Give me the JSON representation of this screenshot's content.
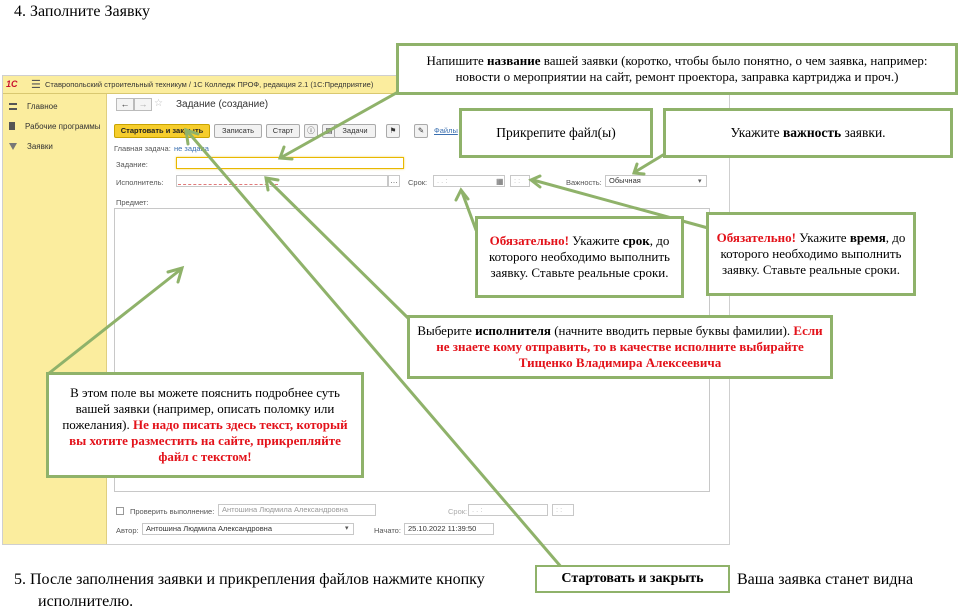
{
  "steps": {
    "step4": "4.  Заполните Заявку",
    "step5_before": "5.  После заполнения заявки и прикрепления файлов нажмите кнопку",
    "step5_button": "Стартовать и закрыть",
    "step5_after": "Ваша заявка станет видна",
    "step5_line2": "исполнителю."
  },
  "window": {
    "logo": "1С",
    "title": "Ставропольский строительный техникум / 1С Колледж ПРОФ, редакция 2.1  (1С:Предприятие)"
  },
  "sidebar": {
    "items": [
      {
        "label": "Главное",
        "icon": "menu-lines-icon"
      },
      {
        "label": "Рабочие программы",
        "icon": "document-icon"
      },
      {
        "label": "Заявки",
        "icon": "funnel-icon"
      }
    ]
  },
  "form": {
    "back": "←",
    "forward": "→",
    "star": "☆",
    "title": "Задание (создание)",
    "toolbar": {
      "start_close": "Стартовать и закрыть",
      "save": "Записать",
      "start": "Старт",
      "tasks": "Задачи",
      "files": "Файлы"
    },
    "main_task_label": "Главная задача:",
    "main_task_value": "не задана",
    "task_label": "Задание:",
    "task_value": "",
    "executor_label": "Исполнитель:",
    "deadline_label": "Срок:",
    "deadline_date": ". . :",
    "deadline_time": ": :",
    "importance_label": "Важность:",
    "importance_value": "Обычная",
    "subject_label": "Предмет:",
    "check_label": "Проверить выполнение:",
    "check_person": "Антошина Людмила Александровна",
    "check_deadline_label": "Срок:",
    "check_deadline_date": ". . :",
    "check_deadline_time": ": :",
    "author_label": "Автор:",
    "author_value": "Антошина Людмила Александровна",
    "started_label": "Начато:",
    "started_value": "25.10.2022 11:39:50"
  },
  "callouts": {
    "name": {
      "t1": "Напишите ",
      "b1": "название",
      "t2": " вашей заявки (коротко, чтобы было понятно, о чем заявка, например: новости о мероприятии на сайт, ремонт проектора, заправка картриджа и проч.)"
    },
    "attach": "Прикрепите файл(ы)",
    "importance": {
      "t1": "Укажите ",
      "b1": "важность",
      "t2": " заявки."
    },
    "deadline": {
      "r1": "Обязательно!",
      "t1": " Укажите ",
      "b1": "срок",
      "t2": ", до которого необходимо выполнить заявку. Ставьте реальные сроки."
    },
    "time": {
      "r1": "Обязательно!",
      "t1": " Укажите ",
      "b1": "время",
      "t2": ", до которого необходимо выполнить заявку. Ставьте реальные сроки."
    },
    "executor": {
      "t1": "Выберите ",
      "b1": "исполнителя",
      "t2": " (начните вводить первые буквы фамилии). ",
      "r1": "Если не знаете кому отправить, то в качестве исполните выбирайте Тищенко Владимира Алексеевича"
    },
    "subject": {
      "t1": "В этом поле вы можете пояснить подробнее суть вашей заявки (например, описать поломку или пожелания). ",
      "r1": "Не надо писать здесь текст, который вы хотите разместить на сайте, прикрепляйте файл с текстом!"
    }
  },
  "colors": {
    "accent_green": "#8fb26a",
    "panel_yellow": "#fbed9e",
    "button_yellow": "#f6cd2c",
    "alert_red": "#e3121a"
  }
}
